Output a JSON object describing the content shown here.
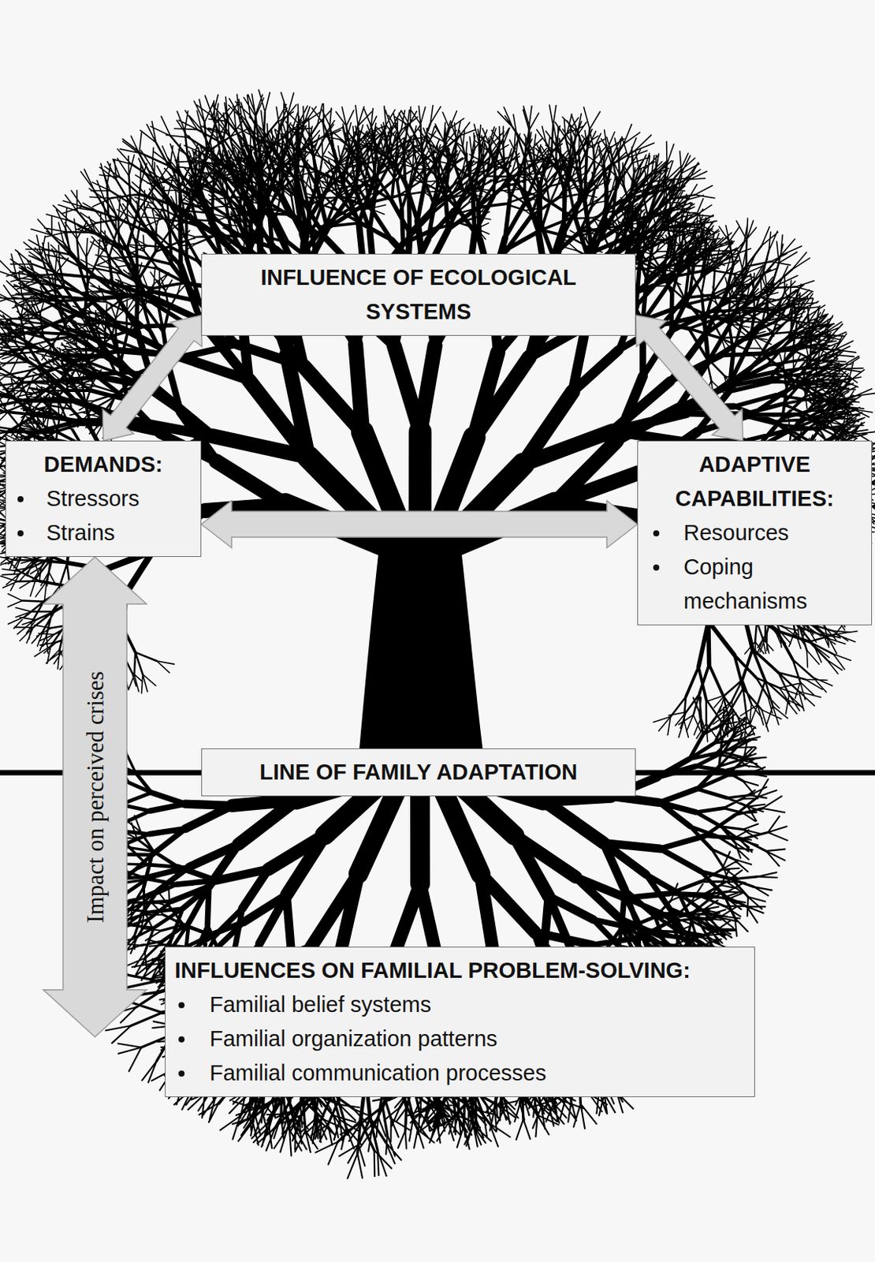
{
  "diagram": {
    "nodes": [
      {
        "text": [
          "INFLUENCE OF ECOLOGICAL SYSTEMS"
        ]
      },
      {
        "text": [
          "DEMANDS:",
          "Stressors",
          "Strains"
        ]
      },
      {
        "text": [
          "ADAPTIVE CAPABILITIES:",
          "Resources",
          "Coping mechanisms"
        ]
      },
      {
        "text": [
          "LINE OF FAMILY ADAPTATION"
        ]
      },
      {
        "text": [
          "INFLUENCES ON FAMILIAL PROBLEM-SOLVING:",
          "Familial belief systems",
          "Familial organization patterns",
          "Familial communication processes"
        ]
      }
    ],
    "edges": [
      {
        "from": 0,
        "to": 1,
        "arrow": "both"
      },
      {
        "from": 0,
        "to": 2,
        "arrow": "both"
      },
      {
        "from": 1,
        "to": 2,
        "arrow": "both"
      },
      {
        "from": 1,
        "to": 4,
        "label": "Impact on perceived crises",
        "arrow": "both"
      }
    ]
  }
}
